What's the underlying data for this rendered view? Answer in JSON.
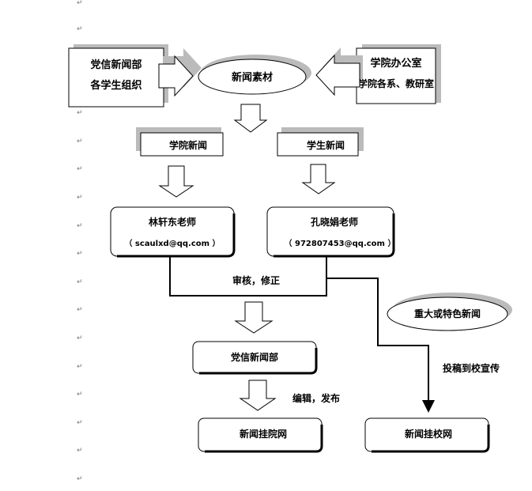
{
  "sources_left": {
    "line1": "党信新闻部",
    "line2": "各学生组织"
  },
  "sources_right": {
    "line1": "学院办公室",
    "line2": "学院各系、教研室"
  },
  "center_oval": "新闻素材",
  "category_college": "学院新闻",
  "category_student": "学生新闻",
  "teacher_lin": {
    "name": "林轩东老师",
    "email": "（ scaulxd@qq.com ）"
  },
  "teacher_kong": {
    "name": "孔晓娟老师",
    "email": "（ 972807453@qq.com ）"
  },
  "review_label": "审核，修正",
  "party_news_dept": "党信新闻部",
  "edit_label": "编辑，发布",
  "college_site": "新闻挂院网",
  "major_news_oval": "重大或特色新闻",
  "submit_label": "投稿到校宣传",
  "school_site": "新闻挂校网",
  "paragraph_mark": "↵"
}
